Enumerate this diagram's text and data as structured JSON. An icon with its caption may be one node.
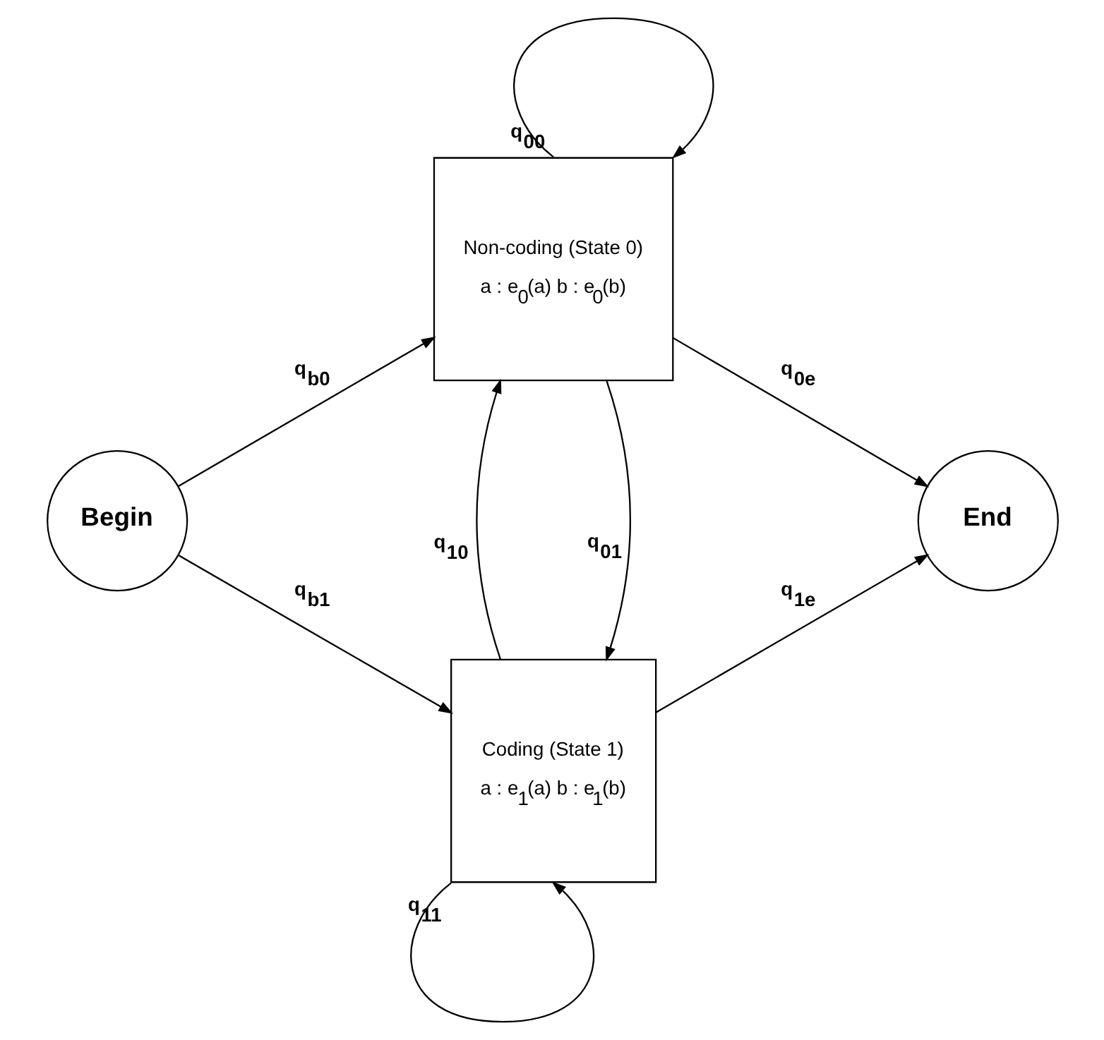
{
  "diagram": {
    "nodes": [
      {
        "text": [
          "Begin"
        ]
      },
      {
        "text": [
          "Non-coding (State 0)",
          "a : e$_{0}$(a) b : e$_{0}$(b)"
        ]
      },
      {
        "text": [
          "Coding (State 1)",
          "a : e$_{1}$(a) b : e$_{1}$(b)"
        ]
      },
      {
        "text": [
          "End"
        ]
      }
    ],
    "edges": [
      {
        "from": 0,
        "to": 1,
        "arrow": "to",
        "label": "q$_{b0}$"
      },
      {
        "from": 0,
        "to": 2,
        "arrow": "to",
        "label": "q$_{b1}$"
      },
      {
        "from": 1,
        "to": 1,
        "arrow": "to",
        "label": "q$_{00}$"
      },
      {
        "from": 1,
        "to": 2,
        "arrow": "to",
        "label": "q$_{01}$"
      },
      {
        "from": 2,
        "to": 1,
        "arrow": "to",
        "label": "q$_{10}$"
      },
      {
        "from": 2,
        "to": 2,
        "arrow": "to",
        "label": "q$_{11}$"
      },
      {
        "from": 1,
        "to": 3,
        "arrow": "to",
        "label": "q$_{0e}$"
      },
      {
        "from": 2,
        "to": 3,
        "arrow": "to",
        "label": "q$_{1e}$"
      }
    ]
  }
}
